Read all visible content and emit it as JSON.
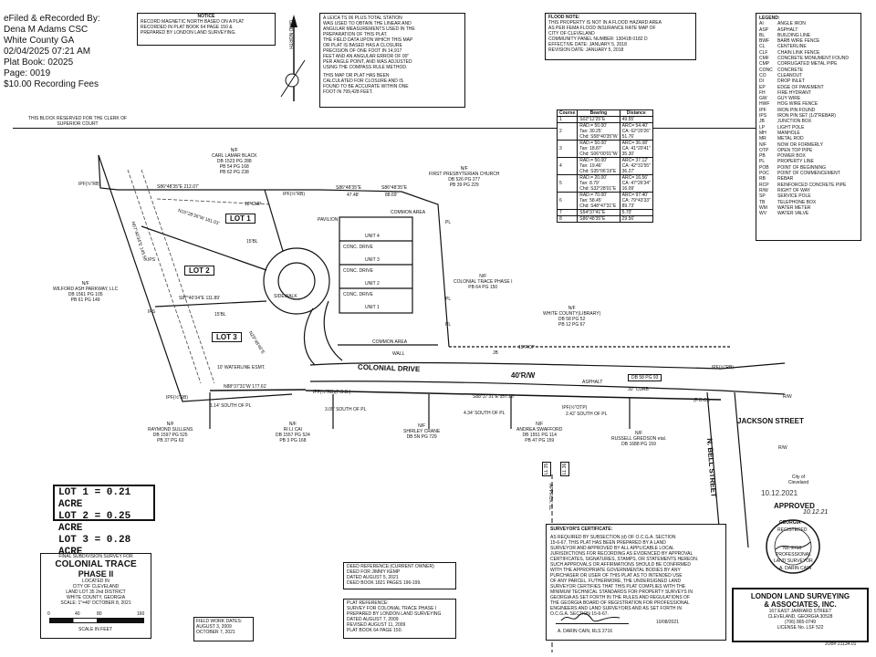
{
  "efile": {
    "lines": [
      "eFiled & eRecorded By:",
      "Dena M Adams CSC",
      "White County GA",
      "02/04/2025 07:21 AM",
      "Plat Book: 02025",
      "Page: 0019",
      "$10.00 Recording Fees"
    ]
  },
  "clerk_block": "THIS BLOCK RESERVED FOR THE CLERK OF SUPERIOR COURT",
  "notice": {
    "title": "NOTICE",
    "lines": [
      "RECORD MAGNETIC NORTH BASED ON A PLAT",
      "RECORDED IN PLAT BOOK 64 PAGE 150 &",
      "PREPARED BY LONDON LAND SURVEYING."
    ]
  },
  "north_arrow": {
    "grid": "GRID NORTH",
    "record": "RECORD MAGNETIC NORTH"
  },
  "survey_notes": {
    "lines": [
      "A LEICA TS 06 PLUS TOTAL STATION",
      "WAS USED TO OBTAIN THE LINEAR AND",
      "ANGULAR MEASUREMENTS USED IN THE",
      "PREPARATION OF THIS PLAT.",
      "THE FIELD DATA UPON WHICH THIS MAP",
      "OR PLAT IS BASED HAS A CLOSURE",
      "PRECISION OF ONE FOOT IN 14,917",
      "FEET AND AN ANGULAR ERROR OF 00\"",
      "PER ANGLE POINT, AND WAS ADJUSTED",
      "USING THE COMPASS RULE METHOD.",
      "THIS MAP OR PLAT HAS BEEN",
      "CALCULATED FOR CLOSURE AND IS",
      "FOUND TO BE ACCURATE WITHIN ONE",
      "FOOT IN 799,428 FEET."
    ]
  },
  "flood_note": {
    "title": "FLOOD NOTE:",
    "lines": [
      "THIS PROPERTY IS NOT IN A FLOOD HAZARD AREA",
      "AS PER FEMA FLOOD INSURANCE RATE MAP OF",
      "CITY OF CLEVELAND",
      "COMMUNITY PANEL NUMBER: 13041B 0182 D",
      "EFFECTIVE DATE: JANUARY 5, 2018",
      "REVISION DATE: JANUARY 5, 2018"
    ]
  },
  "legend": {
    "title": "LEGEND:",
    "items": [
      [
        "AI",
        "ANGLE IRON"
      ],
      [
        "ASP",
        "ASPHALT"
      ],
      [
        "BL",
        "BUILDING LINE"
      ],
      [
        "BWF",
        "BARB WIRE FENCE"
      ],
      [
        "CL",
        "CENTERLINE"
      ],
      [
        "CLF",
        "CHAIN LINK FENCE"
      ],
      [
        "CMF",
        "CONCRETE MONUMENT FOUND"
      ],
      [
        "CMP",
        "CORRUGATED METAL PIPE"
      ],
      [
        "CONC",
        "CONCRETE"
      ],
      [
        "CO",
        "CLEANOUT"
      ],
      [
        "DI",
        "DROP INLET"
      ],
      [
        "EP",
        "EDGE OF PAVEMENT"
      ],
      [
        "FH",
        "FIRE HYDRANT"
      ],
      [
        "GW",
        "GUY WIRE"
      ],
      [
        "HWF",
        "HOG WIRE FENCE"
      ],
      [
        "IPF",
        "IRON PIN FOUND"
      ],
      [
        "IPS",
        "IRON PIN SET (1/2\"REBAR)"
      ],
      [
        "JB",
        "JUNCTION BOX"
      ],
      [
        "LP",
        "LIGHT POLE"
      ],
      [
        "MH",
        "MANHOLE"
      ],
      [
        "MR",
        "METAL ROD"
      ],
      [
        "N/F",
        "NOW OR FORMERLY"
      ],
      [
        "OTP",
        "OPEN TOP PIPE"
      ],
      [
        "PB",
        "POWER BOX"
      ],
      [
        "PL",
        "PROPERTY LINE"
      ],
      [
        "POB",
        "POINT OF BEGINNING"
      ],
      [
        "POC",
        "POINT OF COMMENCEMENT"
      ],
      [
        "RB",
        "REBAR"
      ],
      [
        "RCP",
        "REINFORCED CONCRETE PIPE"
      ],
      [
        "R/W",
        "RIGHT OF WAY"
      ],
      [
        "SP",
        "SERVICE POLE"
      ],
      [
        "TB",
        "TELEPHONE BOX"
      ],
      [
        "WM",
        "WATER METER"
      ],
      [
        "WV",
        "WATER VALVE"
      ]
    ]
  },
  "course_table": {
    "headers": [
      "Course",
      "Bearing",
      "Distance"
    ],
    "rows": [
      [
        "1",
        "S02°12'25\"E",
        "49.55'"
      ],
      [
        "2",
        "RAD.= 50.00'\nTan: 30.25'\nChd: S58°40'35\"W",
        "ARC= 54.40'\nCA: 62°20'26\"\n51.76'"
      ],
      [
        "3",
        "RAD.= 50.00'\nTan: 18.87'\nChd: S06°00'01\"W",
        "ARC= 36.08'\nCA: 41°20'41\"\n35.30'"
      ],
      [
        "4",
        "RAD.= 50.00'\nTan: 19.46'\nChd: S35°06'19\"E",
        "ARC= 37.12'\nCA: 42°31'55\"\n36.27'"
      ],
      [
        "5",
        "RAD.= 20.00'\nTan: 8.79'\nChd: S32°28'01\"E",
        "ARC= 16.56'\nCA: 47°26'34\"\n16.09'"
      ],
      [
        "6",
        "RAD.= 70.00'\nTan: 58.45'\nChd: S48°47'31\"E",
        "ARC= 97.40'\nCA: 79°43'33\"\n89.73'"
      ],
      [
        "7",
        "S54°37'41\"E",
        "5.70'"
      ],
      [
        "8",
        "S86°48'35\"E",
        "29.56'"
      ]
    ]
  },
  "plan_labels": {
    "carl_black": [
      "N/F",
      "CARL LAMAR BLACK",
      "DB 1523 PG 288",
      "PB 54 PG 168",
      "PB 62 PG 238"
    ],
    "church": [
      "N/F",
      "FIRST PRESBYTERIAN CHURCH",
      "DB 526 PG 277",
      "PB 39 PG 229"
    ],
    "wilford": [
      "N/F",
      "WILFORD ASH PARKWAY, LLC",
      "DB 1561 PG 105",
      "PB 61 PG 149"
    ],
    "colonial_trace": [
      "N/F",
      "COLONIAL TRACE PHASE I",
      "PB 64 PG 150"
    ],
    "white_county": [
      "N/F",
      "WHITE COUNTY(LIBRARY)",
      "DB 58 PG 52",
      "PB 12 PG 67"
    ],
    "raymond": [
      "N/F",
      "RAYMOND SULLENS",
      "DB 1597 PG 525",
      "PB 37 PG 63"
    ],
    "li_cai": [
      "N/F",
      "RI LI CAI",
      "DB 1557 PG 524",
      "PB 3 PG 168"
    ],
    "shirley": [
      "N/F",
      "SHIRLEY CRANE",
      "DB 5N PG 729"
    ],
    "andrea": [
      "N/F",
      "ANDREA SWAFFORD",
      "DB 1551 PG 114",
      "PB 47 PG 159"
    ],
    "russell": [
      "N/F",
      "RUSSELL GREDSON etal.",
      "DB 1688 PG 159"
    ],
    "colonial_drive": "COLONIAL DRIVE",
    "row_40": "40'R/W",
    "jackson": "JACKSON STREET",
    "bell": "N. BELL STREET",
    "asphalt": "ASPHALT",
    "curb": "30\" CURB",
    "db58": "DB 58 PG 93",
    "common_area_1": "COMMON AREA",
    "common_area_2": "COMMON AREA",
    "sidewalk": "SIDEWALK",
    "pavilion": "PAVILION",
    "wall": "WALL",
    "units": [
      "UNIT 4",
      "UNIT 3",
      "UNIT 2",
      "UNIT 1"
    ],
    "conc_drive": "CONC. DRIVE",
    "bearing_top1": "S86°48'35\"E 212.07'",
    "bearing_top2": "S86°48'35\"E",
    "bearing_top2b": "47.48'",
    "bearing_top3": "S86°48'35\"E",
    "bearing_top3b": "88.69'",
    "bearing_bottom1": "N88°37'31\"W 177.61'",
    "bearing_bottom2": "S88°37'31\"E 357.16'",
    "pob": "IPF(½\"RB)(P.O.B.)",
    "poc": "(P.O.C.)",
    "ipf_rb": "IPF(½\"RB)",
    "ips": "IPS",
    "otp": "IPF(½\"OTP)",
    "dist1": "1.14' SOUTH OF PL",
    "dist2": "3.05' SOUTH OF PL",
    "dist3": "4.34' SOUTH OF PL",
    "dist4": "2.42' SOUTH OF PL",
    "rw": "R/W",
    "pl": "PL",
    "bl15": "15'BL",
    "wl_easement": "10' WATERLINE ESMT.",
    "wilford_ease": "N07°40'34\"E 145.58'",
    "cl_ease": "N15°28'36\"W 181.03'",
    "lot_line": "S87°40'34\"E 111.89'",
    "n29": "N29°48'46\"E",
    "rcp": "15\"RCP",
    "wv": "WV",
    "cmp": "18\"CMP",
    "jb": "JB",
    "ll35": "LL 35",
    "ll36": "LL 36",
    "approx_ll": "APPROX. LL",
    "city": "City of Cleveland"
  },
  "lots_on_plan": [
    "LOT 1",
    "LOT 2",
    "LOT 3"
  ],
  "acreage": [
    "LOT 1 = 0.21 ACRE",
    "LOT 2 = 0.25 ACRE",
    "LOT 3 = 0.28 ACRE"
  ],
  "approval": {
    "date_stamp": "10.12.2021",
    "approved": "APPROVED",
    "sig_date": "10.12.21",
    "seal": [
      "GEORGIA",
      "REGISTERED",
      "No. 2716",
      "PROFESSIONAL",
      "LAND SURVEYOR",
      "A. DARIN CAIN"
    ]
  },
  "title_block": {
    "head": "FINAL SUBDIVISION SURVEY FOR",
    "name1": "COLONIAL TRACE",
    "name2": "PHASE II",
    "lines": [
      "LOCATED IN",
      "CITY OF CLEVELAND",
      "LAND LOT 35   2nd DISTRICT",
      "WHITE COUNTY, GEORGIA",
      "SCALE: 1\"=40'   OCTOBER 8, 2021"
    ],
    "scale_ticks": [
      "0",
      "40",
      "80",
      "160"
    ],
    "scale_label": "SCALE IN FEET"
  },
  "field_dates": {
    "title": "FIELD WORK DATES:",
    "lines": [
      "AUGUST 3, 2009",
      "OCTOBER 7, 2021"
    ]
  },
  "deed_ref": {
    "lines": [
      "DEED REFERENCE:(CURRENT OWNER)",
      "DEED FOR JIMMY KEMP",
      "DATED AUGUST 5, 2021",
      "DEED BOOK 1821 PAGES 196-199."
    ]
  },
  "plat_ref": {
    "lines": [
      "PLAT REFERENCE:",
      "SURVEY FOR COLONIAL TRACE PHASE I",
      "PREPARED BY LONDON LAND SURVEYING",
      "DATED AUGUST 7, 2009",
      "REVISED AUGUST 11, 2009",
      "PLAT BOOK 64 PAGE 150."
    ]
  },
  "surveyor_cert": {
    "title": "SURVEYOR'S CERTIFICATE:",
    "lines": [
      "AS REQUIRED BY SUBSECTION (d) OF O.C.G.A. SECTION",
      "15-6-67, THIS PLAT HAS BEEN PREPARED BY A LAND",
      "SURVEYOR AND APPROVED BY ALL APPLICABLE LOCAL",
      "JURISDICTIONS FOR RECORDING AS EVIDENCED BY APPROVAL",
      "CERTIFICATES, SIGNATURES, STAMPS, OR STATEMENTS HEREON.",
      "SUCH APPROVALS OR AFFIRMATIONS SHOULD BE CONFIRMED",
      "WITH THE APPROPRIATE GOVERNMENTAL BODIES BY ANY",
      "PURCHASER OR USER OF THIS PLAT AS TO INTENDED USE",
      "OF ANY PARCEL. FUTHERMORE, THE UNDERSIGNED LAND",
      "SURVEYOR CERTIFIES THAT THIS PLAT COMPLIES WITH THE",
      "MINIMUM TECHNICAL STANDARDS FOR PROPERTY SURVEYS IN",
      "GEORGIA AS SET FORTH IN THE RULES AND REGULATIONS OF",
      "THE GEORGIA BOARD OF REGISTRATION FOR PROFESSIONAL",
      "ENGINEERS AND LAND SURVEYORS AND AS SET FORTH IN",
      "O.C.G.A. SECTION 15-6-67."
    ],
    "signer": "A. DARIN CAIN, RLS 2716",
    "date": "10/08/2021"
  },
  "company": {
    "name1": "LONDON LAND SURVEYING",
    "name2": "& ASSOCIATES, INC.",
    "lines": [
      "167 EAST JARRARD STREET",
      "CLEVELAND, GEORGIA 30528",
      "(706) 865-0749",
      "LICENSE No. LSF 522"
    ]
  },
  "job": "JOB# 21134.01"
}
